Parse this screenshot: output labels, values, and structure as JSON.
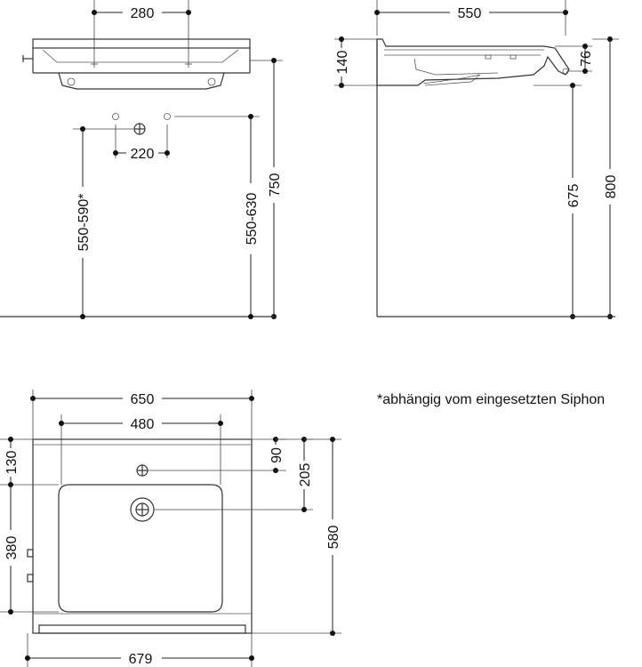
{
  "front_view": {
    "dim_top": "280",
    "dim_between_valves": "220",
    "dim_siphon_height": "550-590*",
    "dim_valve_height": "550-630",
    "dim_total_height": "750"
  },
  "side_view": {
    "dim_depth": "550",
    "dim_thickness": "140",
    "dim_lip": "76",
    "dim_underside_height": "675",
    "dim_rim_height": "800"
  },
  "top_view": {
    "dim_outer_width": "650",
    "dim_inner_width": "480",
    "dim_back_to_basin": "130",
    "dim_basin_depth": "380",
    "dim_tap_hole": "90",
    "dim_drain": "205",
    "dim_total_depth": "580",
    "dim_overall_width": "679"
  },
  "footnote": "*abhängig vom eingesetzten Siphon"
}
